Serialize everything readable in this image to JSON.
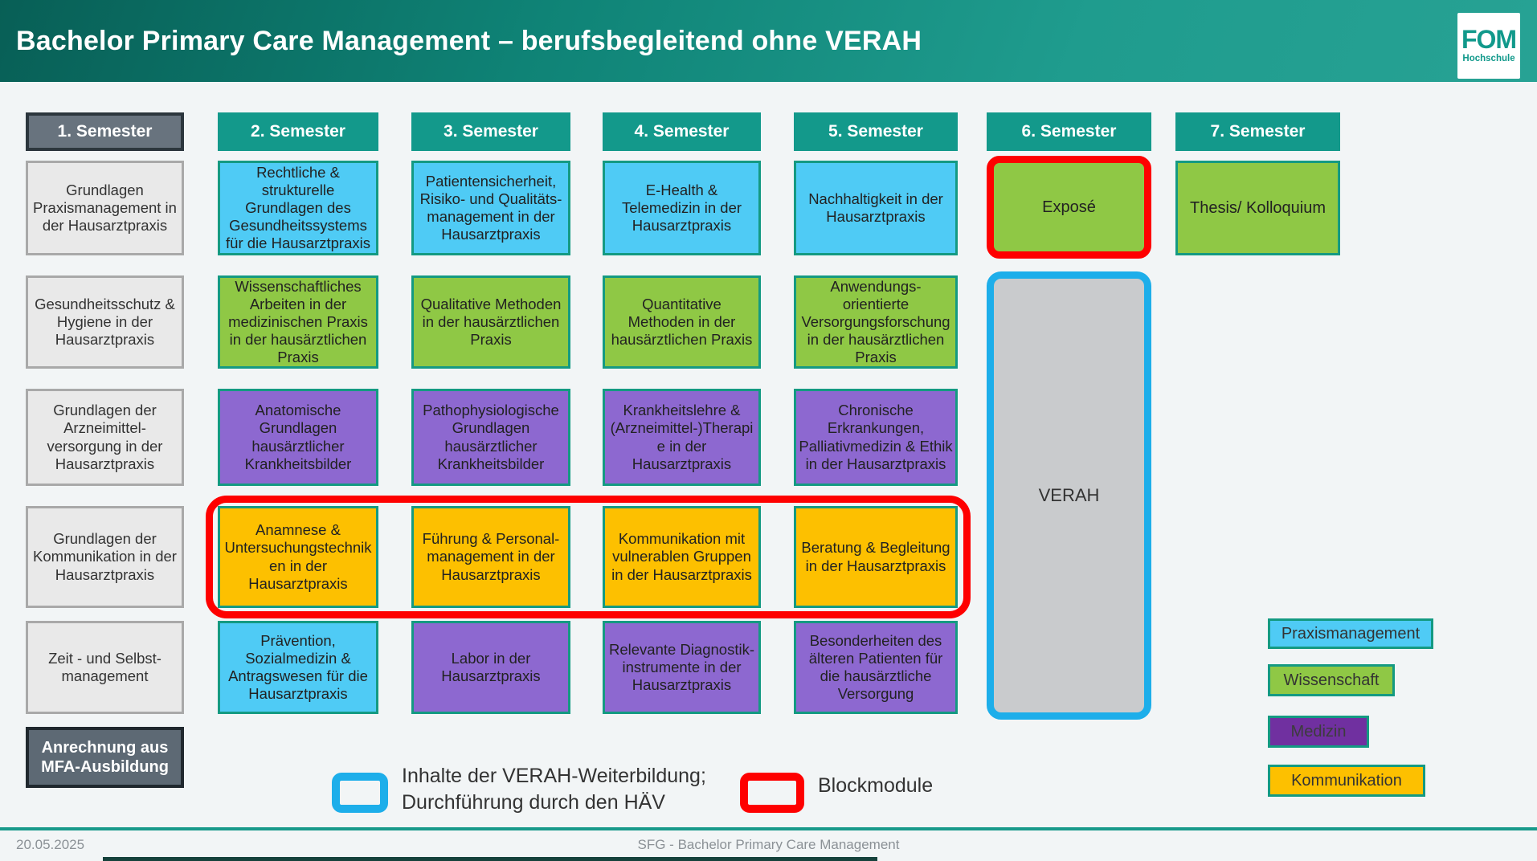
{
  "header": {
    "title": "Bachelor Primary Care Management – berufsbegleitend ohne VERAH",
    "logo": {
      "line1": "FOM",
      "line2": "Hochschule"
    }
  },
  "semesters": [
    {
      "label": "1. Semester",
      "modules": [
        {
          "label": "Grundlagen Praxismanagement in der Hausarztpraxis",
          "category": "grundlagen"
        },
        {
          "label": "Gesundheitsschutz & Hygiene in der Hausarztpraxis",
          "category": "grundlagen"
        },
        {
          "label": "Grundlagen der Arzneimittel-versorgung in der Hausarztpraxis",
          "category": "grundlagen"
        },
        {
          "label": "Grundlagen der Kommunikation in der Hausarztpraxis",
          "category": "grundlagen"
        },
        {
          "label": "Zeit - und Selbst-management",
          "category": "grundlagen"
        }
      ],
      "extra": "Anrechnung aus MFA-Ausbildung"
    },
    {
      "label": "2. Semester",
      "modules": [
        {
          "label": "Rechtliche & strukturelle Grundlagen des Gesundheitssystems für die Hausarztpraxis",
          "category": "praxismanagement"
        },
        {
          "label": "Wissenschaftliches Arbeiten in der medizinischen Praxis in der hausärztlichen Praxis",
          "category": "wissenschaft"
        },
        {
          "label": "Anatomische Grundlagen hausärztlicher Krankheitsbilder",
          "category": "medizin"
        },
        {
          "label": "Anamnese & Untersuchungstechniken in der Hausarztpraxis",
          "category": "kommunikation"
        },
        {
          "label": "Prävention, Sozialmedizin & Antragswesen für die Hausarztpraxis",
          "category": "praxismanagement"
        }
      ]
    },
    {
      "label": "3. Semester",
      "modules": [
        {
          "label": "Patientensicherheit, Risiko- und Qualitäts-management in der Hausarztpraxis",
          "category": "praxismanagement"
        },
        {
          "label": "Qualitative Methoden in der hausärztlichen Praxis",
          "category": "wissenschaft"
        },
        {
          "label": "Pathophysiologische Grundlagen hausärztlicher Krankheitsbilder",
          "category": "medizin"
        },
        {
          "label": "Führung & Personal-management in der Hausarztpraxis",
          "category": "kommunikation"
        },
        {
          "label": "Labor in der Hausarztpraxis",
          "category": "medizin"
        }
      ]
    },
    {
      "label": "4. Semester",
      "modules": [
        {
          "label": "E-Health & Telemedizin in der Hausarztpraxis",
          "category": "praxismanagement"
        },
        {
          "label": "Quantitative Methoden in der hausärztlichen Praxis",
          "category": "wissenschaft"
        },
        {
          "label": "Krankheitslehre & (Arzneimittel-)Therapie in der Hausarztpraxis",
          "category": "medizin"
        },
        {
          "label": "Kommunikation mit vulnerablen Gruppen in der Hausarztpraxis",
          "category": "kommunikation"
        },
        {
          "label": "Relevante Diagnostik-instrumente in der Hausarztpraxis",
          "category": "medizin"
        }
      ]
    },
    {
      "label": "5. Semester",
      "modules": [
        {
          "label": "Nachhaltigkeit in der Hausarztpraxis",
          "category": "praxismanagement"
        },
        {
          "label": "Anwendungs-orientierte Versorgungsforschung in der hausärztlichen Praxis",
          "category": "wissenschaft"
        },
        {
          "label": "Chronische Erkrankungen, Palliativmedizin & Ethik in der Hausarztpraxis",
          "category": "medizin"
        },
        {
          "label": "Beratung & Begleitung in der Hausarztpraxis",
          "category": "kommunikation"
        },
        {
          "label": "Besonderheiten des älteren Patienten für die hausärztliche Versorgung",
          "category": "medizin"
        }
      ]
    },
    {
      "label": "6. Semester",
      "modules": [
        {
          "label": "Exposé",
          "category": "wissenschaft",
          "frame": "blockmodul"
        },
        {
          "label": "VERAH",
          "category": "verah",
          "frame": "verah"
        }
      ]
    },
    {
      "label": "7. Semester",
      "modules": [
        {
          "label": "Thesis/ Kolloquium",
          "category": "wissenschaft"
        }
      ]
    }
  ],
  "legend_frames": [
    {
      "swatch": "verah-blue-outline",
      "label": "Inhalte der VERAH-Weiterbildung;\nDurchführung durch den HÄV"
    },
    {
      "swatch": "red-outline",
      "label": "Blockmodule"
    }
  ],
  "legend_categories": [
    {
      "label": "Praxismanagement",
      "color": "#4fcbf5"
    },
    {
      "label": "Wissenschaft",
      "color": "#8fc845"
    },
    {
      "label": "Medizin",
      "color": "#7030a0"
    },
    {
      "label": "Kommunikation",
      "color": "#fdc000"
    }
  ],
  "footer": {
    "date": "20.05.2025",
    "center": "SFG - Bachelor Primary Care Management"
  },
  "colors": {
    "header_teal": "#13998b",
    "semester1_gray": "#68737e",
    "module_blue": "#4fcbf5",
    "module_green": "#8fc845",
    "module_purple": "#8d68d0",
    "module_orange": "#fdc000",
    "module_gray": "#e9e9e9",
    "legend_medizin_purple": "#7030a0",
    "blockmodule_red": "#fe0000",
    "verah_blue": "#1daeea"
  }
}
